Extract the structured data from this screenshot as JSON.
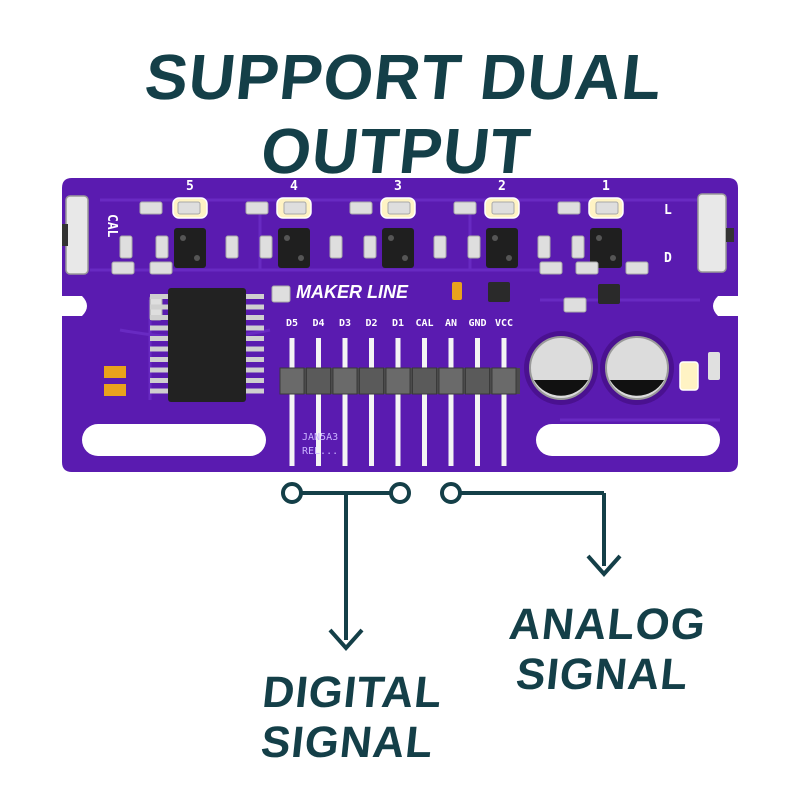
{
  "headline": "SUPPORT DUAL OUTPUT",
  "board": {
    "brand": "MAKER LINE",
    "cal_label": "CAL",
    "switch_labels": [
      "L",
      "D"
    ],
    "sensor_numbers": [
      "5",
      "4",
      "3",
      "2",
      "1"
    ],
    "pins": [
      "D5",
      "D4",
      "D3",
      "D2",
      "D1",
      "CAL",
      "AN",
      "GND",
      "VCC"
    ],
    "stamp": [
      "JAN5A3",
      "REL..."
    ]
  },
  "callouts": {
    "digital": [
      "DIGITAL",
      "SIGNAL"
    ],
    "analog": [
      "ANALOG",
      "SIGNAL"
    ]
  },
  "colors": {
    "pcb": "#5a1bb0",
    "pcb_dark": "#3d0c85",
    "ink": "#143f48",
    "silk": "#ffffff",
    "led": "#fff3c4"
  }
}
